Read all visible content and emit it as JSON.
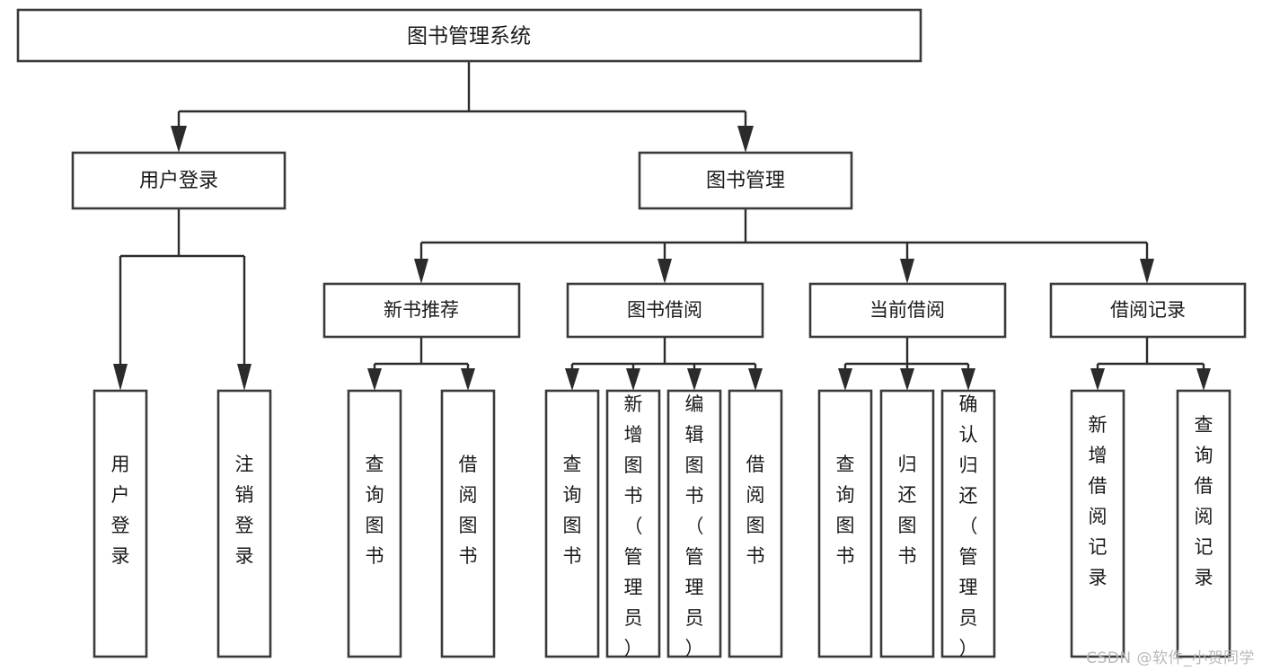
{
  "diagram": {
    "type": "tree-hierarchy-chart",
    "title": "图书管理系统",
    "colors": {
      "box_stroke": "#3a3a3a",
      "connector": "#2b2b2b",
      "box_fill": "#ffffff",
      "text": "#1a1a1a",
      "watermark": "#b9b9b9",
      "background": "#ffffff"
    },
    "root": {
      "label": "图书管理系统"
    },
    "level2": [
      {
        "label": "用户登录"
      },
      {
        "label": "图书管理"
      }
    ],
    "level3": [
      {
        "label": "新书推荐"
      },
      {
        "label": "图书借阅"
      },
      {
        "label": "当前借阅"
      },
      {
        "label": "借阅记录"
      }
    ],
    "leaves": {
      "user_login": [
        {
          "label": "用户登录"
        },
        {
          "label": "注销登录"
        }
      ],
      "new_book_recommend": [
        {
          "label": "查询图书"
        },
        {
          "label": "借阅图书"
        }
      ],
      "book_borrow": [
        {
          "label": "查询图书"
        },
        {
          "label": "新增图书（管理员）"
        },
        {
          "label": "编辑图书（管理员）"
        },
        {
          "label": "借阅图书"
        }
      ],
      "current_borrow": [
        {
          "label": "查询图书"
        },
        {
          "label": "归还图书"
        },
        {
          "label": "确认归还（管理员）"
        }
      ],
      "borrow_record": [
        {
          "label": "新增借阅记录"
        },
        {
          "label": "查询借阅记录"
        }
      ]
    }
  },
  "watermark": {
    "text": "CSDN @软件_小贺同学"
  }
}
